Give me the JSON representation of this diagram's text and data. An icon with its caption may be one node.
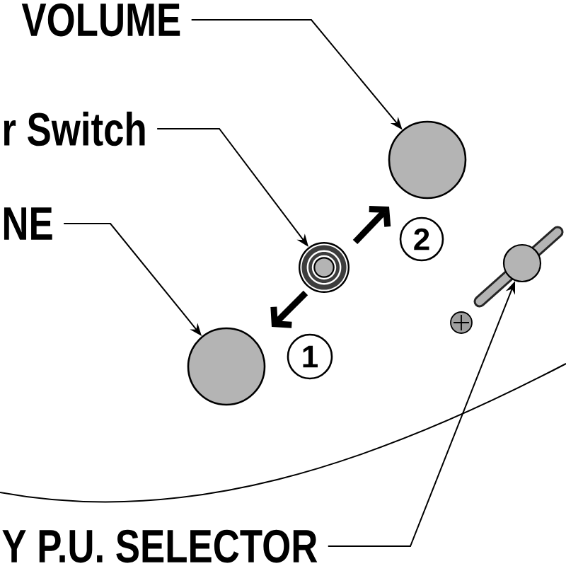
{
  "diagram": {
    "nodes": [
      {
        "text": [
          "VOLUME"
        ]
      },
      {
        "text": [],
        "shape": "circle"
      },
      {
        "text": [
          "r Switch"
        ]
      },
      {
        "text": [
          "2"
        ]
      },
      {
        "text": [],
        "shape": "circle"
      },
      {
        "text": [
          "NE"
        ]
      },
      {
        "text": [],
        "shape": "circle"
      },
      {
        "text": [
          "1"
        ]
      },
      {
        "text": [],
        "shape": "circle"
      },
      {
        "text": [
          "Y P.U. SELECTOR"
        ]
      }
    ],
    "edges": [
      {
        "from": 0,
        "to": 1,
        "arrow": "to"
      },
      {
        "from": 2,
        "to": 4,
        "arrow": "to"
      },
      {
        "from": 5,
        "to": 8,
        "arrow": "to"
      },
      {
        "from": 9,
        "to": 6,
        "arrow": "to"
      }
    ]
  }
}
